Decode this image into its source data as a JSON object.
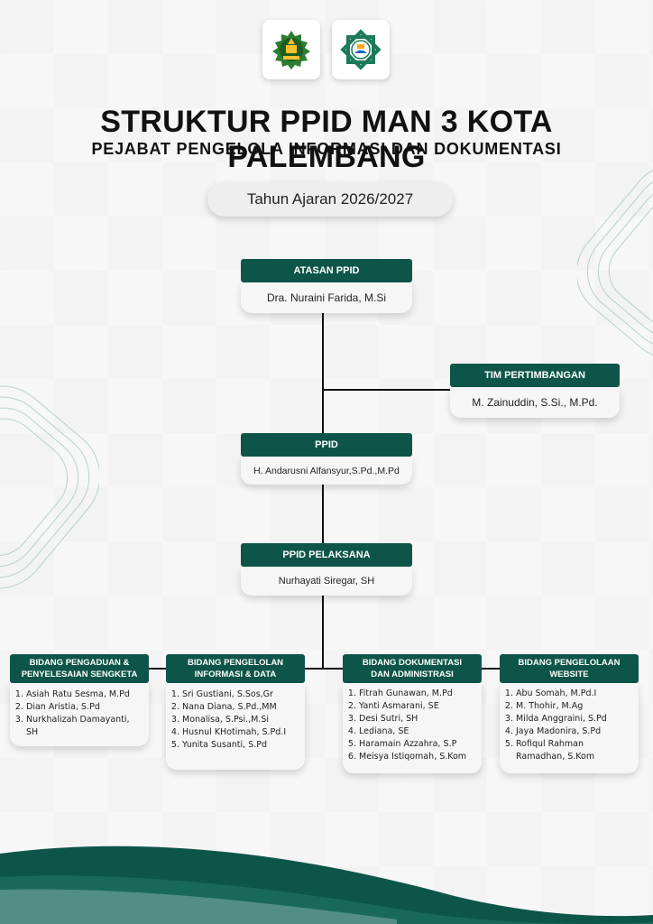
{
  "header": {
    "title": "STRUKTUR PPID MAN 3 KOTA PALEMBANG",
    "subtitle": "PEJABAT PENGELOLA INFORMASI DAN DOKUMENTASI",
    "year": "Tahun Ajaran 2026/2027"
  },
  "logos": [
    "kemenag-logo",
    "madrasah-logo"
  ],
  "colors": {
    "primary": "#0e5549",
    "background": "#f3f3f3"
  },
  "chart": {
    "atasan": {
      "title": "ATASAN PPID",
      "name": "Dra. Nuraini Farida, M.Si"
    },
    "tim": {
      "title": "TIM PERTIMBANGAN",
      "name": "M. Zainuddin, S.Si., M.Pd."
    },
    "ppid": {
      "title": "PPID",
      "name": "H. Andarusni Alfansyur,S.Pd.,M.Pd"
    },
    "pelaksana": {
      "title": "PPID PELAKSANA",
      "name": "Nurhayati Siregar, SH"
    },
    "bidang": [
      {
        "title_lines": [
          "BIDANG PENGADUAN &",
          "PENYELESAIAN SENGKETA"
        ],
        "members": [
          "Asiah Ratu Sesma, M.Pd",
          "Dian Aristia, S.Pd",
          "Nurkhalizah Damayanti, SH"
        ]
      },
      {
        "title_lines": [
          "BIDANG PENGELOLAN",
          "INFORMASI & DATA"
        ],
        "members": [
          "Sri Gustiani, S.Sos,Gr",
          "Nana Diana, S.Pd.,MM",
          "Monalisa, S.Psi.,M.Si",
          "Husnul KHotimah, S.Pd.I",
          "Yunita Susanti, S.Pd"
        ]
      },
      {
        "title_lines": [
          "BIDANG DOKUMENTASI",
          "DAN ADMINISTRASI"
        ],
        "members": [
          "Fitrah Gunawan, M.Pd",
          "Yanti Asmarani, SE",
          "Desi Sutri, SH",
          "Lediana, SE",
          "Haramain Azzahra, S.P",
          "Meisya Istiqomah, S.Kom"
        ]
      },
      {
        "title_lines": [
          "BIDANG PENGELOLAAN",
          "WEBSITE"
        ],
        "members": [
          "Abu Somah, M.Pd.I",
          "M. Thohir, M.Ag",
          "Milda Anggraini, S.Pd",
          "Jaya Madonira, S.Pd",
          "Rofiqul Rahman Ramadhan, S.Kom"
        ]
      }
    ]
  }
}
